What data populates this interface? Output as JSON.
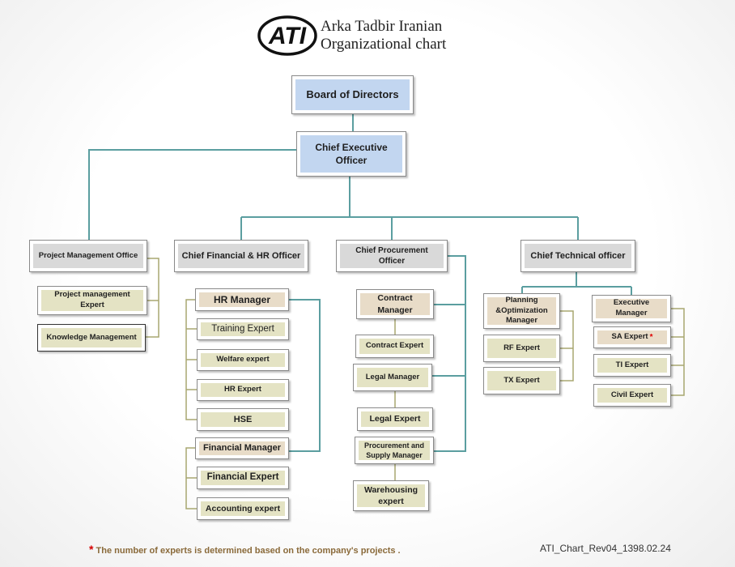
{
  "header": {
    "logo_text": "ATI",
    "title_line1": "Arka Tadbir Iranian",
    "title_line2": "Organizational chart"
  },
  "nodes": {
    "board": "Board of Directors",
    "ceo": "Chief  Executive Officer",
    "pmo": "Project Management Office",
    "pm_expert": "Project management Expert",
    "knowledge": "Knowledge Management",
    "cfo": "Chief Financial & HR Officer",
    "hr_manager": "HR Manager",
    "training": "Training Expert",
    "welfare": "Welfare expert",
    "hr_expert": "HR Expert",
    "hse": "HSE",
    "financial_manager": "Financial Manager",
    "financial_expert": "Financial Expert",
    "accounting": "Accounting expert",
    "cpo": "Chief Procurement Officer",
    "contract_manager": "Contract Manager",
    "contract_expert": "Contract Expert",
    "legal_manager": "Legal Manager",
    "legal_expert": "Legal Expert",
    "supply_manager": "Procurement and Supply Manager",
    "warehousing": "Warehousing expert",
    "cto": "Chief Technical officer",
    "planning": "Planning &Optimization Manager",
    "rf_expert": "RF Expert",
    "tx_expert": "TX Expert",
    "exec_manager": "Executive Manager",
    "sa_expert": "SA Expert",
    "ti_expert": "TI Expert",
    "civil_expert": "Civil Expert"
  },
  "marker": "*",
  "footnote": "The number of experts is determined based on the company's projects .",
  "revision": "ATI_Chart_Rev04_1398.02.24",
  "colors": {
    "connector": "#5b9ea0",
    "blue_fill": "#c2d6f0",
    "gray_fill": "#d9d9d9",
    "beige_fill": "#e8dcc8",
    "khaki_fill": "#e4e3c4",
    "khaki_line": "#a8a770",
    "footnote_text": "#8a6a3a",
    "marker": "#e00000"
  }
}
